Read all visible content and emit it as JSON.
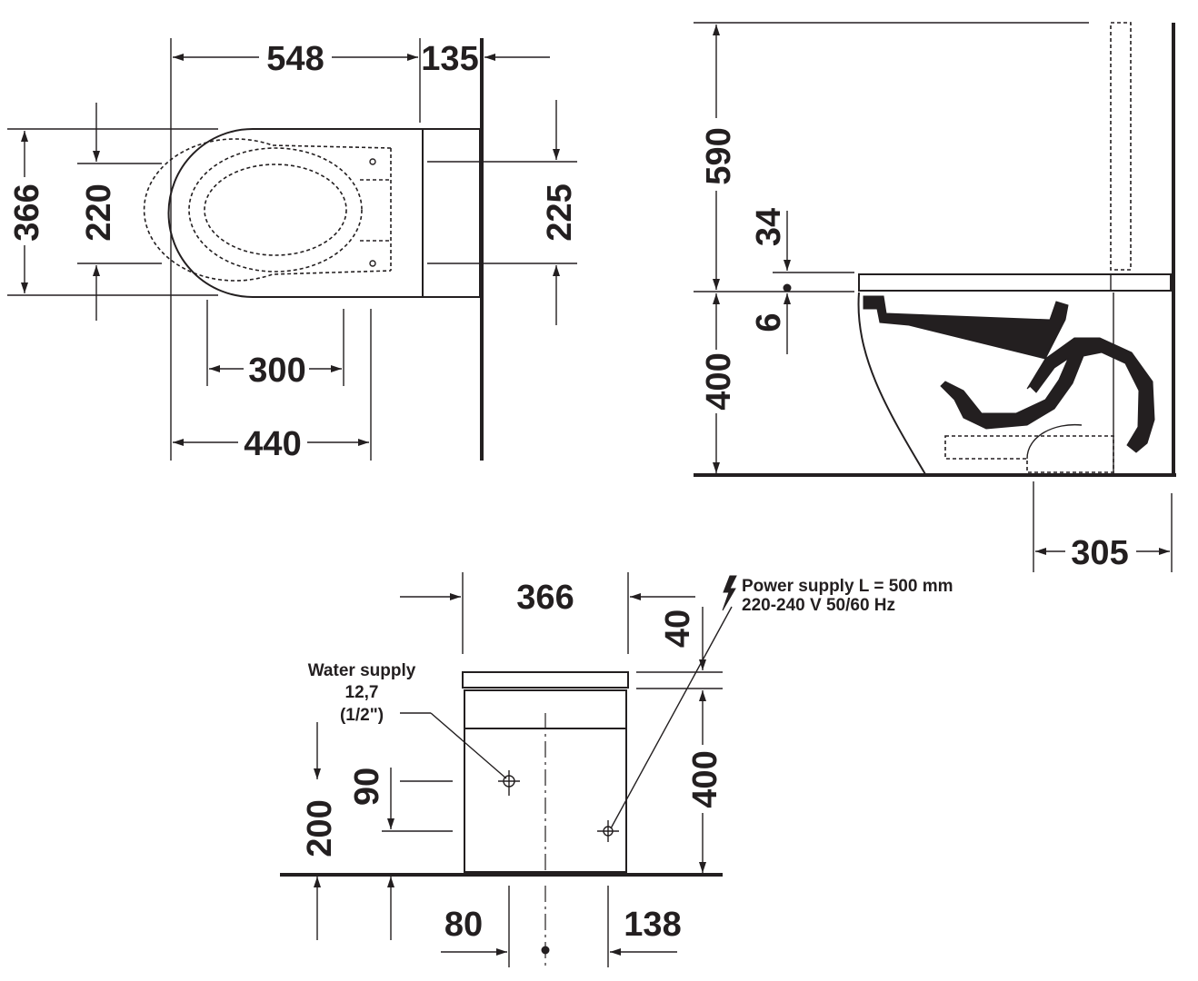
{
  "top_view": {
    "dim_548": "548",
    "dim_135": "135",
    "dim_366": "366",
    "dim_220": "220",
    "dim_225": "225",
    "dim_300": "300",
    "dim_440": "440"
  },
  "side_view": {
    "dim_590": "590",
    "dim_34": "34",
    "dim_6": "6",
    "dim_400": "400",
    "dim_305": "305"
  },
  "front_view": {
    "dim_366": "366",
    "dim_40": "40",
    "dim_400": "400",
    "dim_90": "90",
    "dim_200": "200",
    "dim_80": "80",
    "dim_138": "138",
    "water_supply_line1": "Water supply",
    "water_supply_line2": "12,7",
    "water_supply_line3": "(1/2\")",
    "power_line1": "Power supply L = 500 mm",
    "power_line2": "220-240 V  50/60 Hz",
    "power_icon": "lightning-bolt-icon"
  },
  "colors": {
    "ink": "#231f20",
    "background": "#ffffff"
  }
}
